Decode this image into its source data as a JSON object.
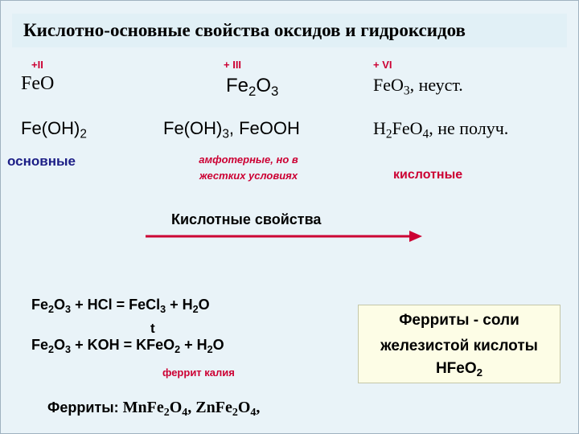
{
  "title": "Кислотно-основные свойства  оксидов и гидроксидов",
  "oxidation": {
    "col1": "+II",
    "col2": "+ III",
    "col3": "+ VI"
  },
  "row1": {
    "c1": {
      "a": "FeO"
    },
    "c2": {
      "a": "Fe",
      "s1": "2",
      "b": "O",
      "s2": "3"
    },
    "c3": {
      "a": "FeO",
      "s1": "3",
      "tail": ", неуст."
    }
  },
  "row2": {
    "c1": {
      "a": "Fe(OH)",
      "s1": "2"
    },
    "c2": {
      "a": "Fe(OH)",
      "s1": "3",
      "b": ", FeOOH"
    },
    "c3": {
      "a": "H",
      "s1": "2",
      "b": "FeO",
      "s2": "4",
      "tail": ", не получ."
    }
  },
  "classes": {
    "basic": "основные",
    "amphoteric_line1": "амфотерные, но в",
    "amphoteric_line2": "жестких условиях",
    "acidic": "кислотные"
  },
  "arrow_label": "Кислотные свойства",
  "colors": {
    "accent_red": "#cc0033",
    "dark_blue": "#1c1e86",
    "slide_bg": "#e9f3f8",
    "box_bg": "#fdfde6"
  },
  "equations": {
    "eq1": {
      "p1": "Fe",
      "s1": "2",
      "p2": "O",
      "s2": "3",
      "p3": " + HCl = FeCl",
      "s3": "3",
      "p4": " + H",
      "s4": "2",
      "p5": "O"
    },
    "t_mark": "t",
    "eq2": {
      "p1": "Fe",
      "s1": "2",
      "p2": "O",
      "s2": "3",
      "p3": " + KOH  =  KFeO",
      "s3": "2",
      "p4": " + H",
      "s4": "2",
      "p5": "O"
    },
    "ferrit_kalia": "феррит калия"
  },
  "ferrites_line": {
    "label": "Ферриты:",
    "p1": " MnFe",
    "s1": "2",
    "p2": "O",
    "s2": "4",
    "p3": ", ZnFe",
    "s3": "2",
    "p4": "O",
    "s4": "4",
    "p5": ","
  },
  "box": {
    "line1": "Ферриты - соли",
    "line2": "железистой кислоты",
    "line3_main": "HFeO",
    "line3_sub": "2"
  }
}
